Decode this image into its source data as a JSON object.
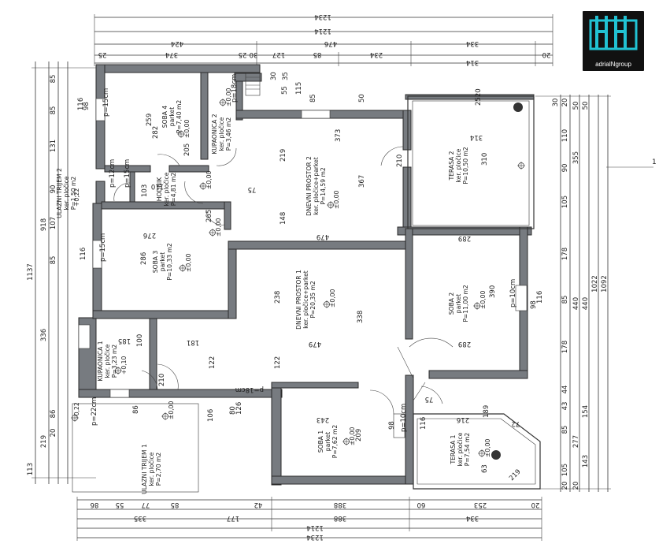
{
  "logo": {
    "text": "adrialNgroup",
    "color": "#21c2d3"
  },
  "rooms": [
    {
      "id": "soba4",
      "name": "SOBA 4",
      "floor": "parket",
      "area": "P=7,40 m2"
    },
    {
      "id": "kupaonica2",
      "name": "KUPAONICA 2",
      "floor": "ker. pločice",
      "area": "P=3,46 m2"
    },
    {
      "id": "ulazni2",
      "name": "ULAZNI TRIJEM 2",
      "floor": "ker. pločice",
      "area": "P=1,50 m2"
    },
    {
      "id": "hodnik",
      "name": "HODNIK",
      "floor": "ker. pločice",
      "area": "P=4,81 m2"
    },
    {
      "id": "dnevni2",
      "name": "DNEVNI PROSTOR 2",
      "floor": "ker. pločice+parket",
      "area": "P=14,59 m2"
    },
    {
      "id": "terasa2",
      "name": "TERASA 2",
      "floor": "ker. pločice",
      "area": "P=10,50 m2"
    },
    {
      "id": "soba3",
      "name": "SOBA 3",
      "floor": "parket",
      "area": "P=10,33 m2"
    },
    {
      "id": "dnevni1",
      "name": "DNEVNI PROSTOR 1",
      "floor": "ker. pločice+parket",
      "area": "P=20,35 m2"
    },
    {
      "id": "soba2",
      "name": "SOBA 2",
      "floor": "parket",
      "area": "P=11,00 m2"
    },
    {
      "id": "kupaonica1",
      "name": "KUPAONICA 1",
      "floor": "ker. pločice",
      "area": "P=3,23 m2"
    },
    {
      "id": "ulazni1",
      "name": "ULAZNI TRIJEM 1",
      "floor": "ker. pločice",
      "area": "P=2,70 m2"
    },
    {
      "id": "soba1",
      "name": "SOBA 1",
      "floor": "parket",
      "area": "P=7,62 m2"
    },
    {
      "id": "terasa1",
      "name": "TERASA 1",
      "floor": "ker. pločice",
      "area": "P=7,54 m2"
    }
  ],
  "levels": {
    "pm000": "±0,00",
    "p010": "+0,10",
    "m022": "-0,22",
    "p022": "+0,22"
  },
  "axis": {
    "one": "1"
  },
  "dims": {
    "t1": "1234",
    "t2": "1214",
    "t3": "424",
    "t4": "476",
    "t5": "334",
    "t6": "25",
    "t7": "374",
    "t8": "30",
    "t9": "25",
    "t10": "127",
    "t11": "85",
    "t12": "234",
    "t13": "314",
    "t14": "20",
    "b1": "1234",
    "b2": "1214",
    "b3": "388",
    "b4": "388",
    "b5": "334",
    "b6": "335",
    "b7": "177",
    "b8": "253",
    "b9": "60",
    "b10": "86",
    "b11": "55",
    "b12": "77",
    "b13": "85",
    "b14": "42",
    "b15": "20",
    "l1": "1137",
    "l2": "918",
    "l3": "336",
    "l4": "219",
    "l5": "113",
    "l6": "85",
    "l7": "131",
    "l8": "90",
    "l9": "107",
    "l10": "85",
    "l11": "86",
    "l12": "20",
    "r1": "1092",
    "r2": "1022",
    "r3": "440",
    "r4": "440",
    "r5": "355",
    "r6": "154",
    "r7": "143",
    "r8": "277",
    "r9": "178",
    "r10": "178",
    "r11": "105",
    "r12": "90",
    "r13": "110",
    "r14": "85",
    "r15": "105",
    "r16": "44",
    "r17": "43",
    "r18": "85",
    "r19": "20",
    "r20": "30",
    "r21": "20",
    "r22": "50",
    "r23": "50",
    "r24": "20",
    "i_259": "259",
    "i_282": "282",
    "i_115": "115",
    "i_85": "85",
    "i_50": "50",
    "i_35": "35",
    "i_30": "30",
    "i_55": "55",
    "i_373": "373",
    "i_219": "219",
    "i_367": "367",
    "i_148": "148",
    "i_479a": "479",
    "i_479b": "479",
    "i_276": "276",
    "i_286": "286",
    "i_289a": "289",
    "i_289b": "289",
    "i_390": "390",
    "i_238": "238",
    "i_338": "338",
    "i_122a": "122",
    "i_122b": "122",
    "i_181": "181",
    "i_185": "185",
    "i_100": "100",
    "i_243": "243",
    "i_209": "209",
    "i_216": "216",
    "i_189": "189",
    "i_72": "72",
    "i_314": "314",
    "i_310": "310",
    "i_210a": "210",
    "i_210b": "210",
    "i_110": "110",
    "i_103": "103",
    "i_75a": "75",
    "i_75b": "75",
    "i_106": "106",
    "i_86": "86",
    "i_80": "80",
    "i_126": "126",
    "i_205": "205",
    "i_265": "265",
    "i_2520": "2520",
    "i_63": "63",
    "i_219b": "219",
    "w_p18a": "p=18cm",
    "w_p18b": "p=18cm",
    "w_p15a": "p=15cm",
    "w_p15b": "p=15cm",
    "w_p15c": "p=15cm",
    "w_p12": "p=12cm",
    "w_p22": "p=22cm",
    "w_p10": "p=10cm",
    "w_p10b": "p=10cm",
    "w_116a": "116",
    "w_116b": "116",
    "w_116c": "116",
    "w_98a": "98",
    "w_98b": "98",
    "w_98c": "98",
    "w_116d": "116"
  }
}
